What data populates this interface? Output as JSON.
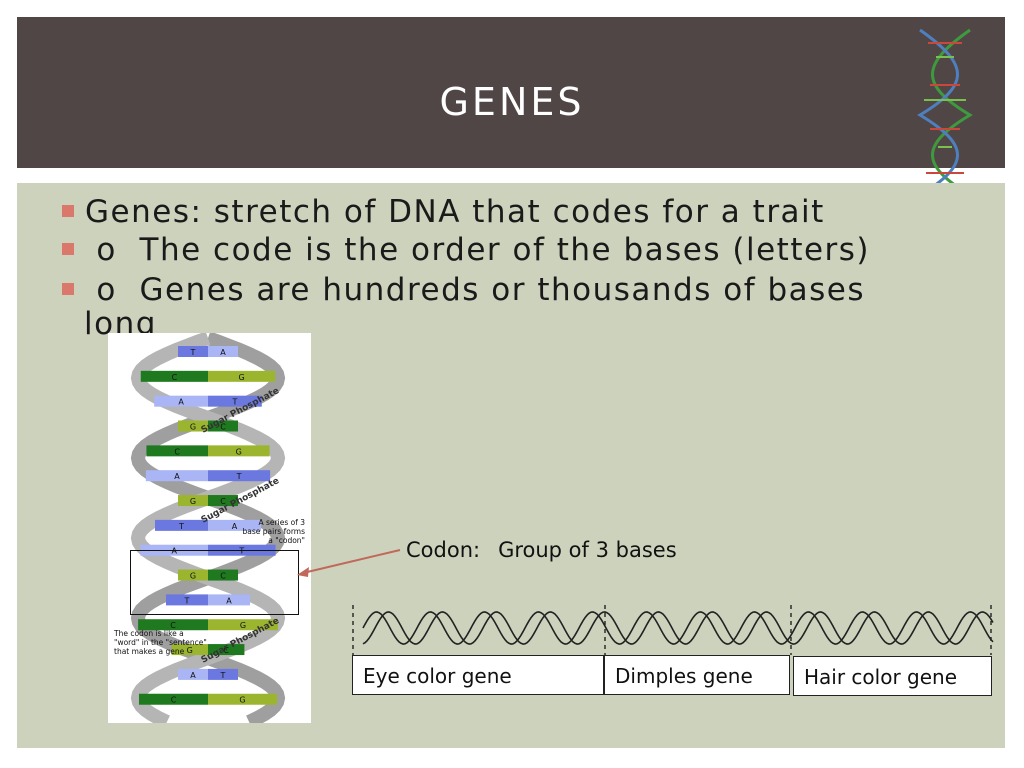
{
  "slide": {
    "title": "GENES",
    "bullets": [
      "Genes: stretch of DNA that codes for a trait",
      " o  The code is the order of the bases (letters)",
      " o  Genes are hundreds or thousands of bases",
      "long"
    ]
  },
  "dna_diagram": {
    "rungs": [
      [
        "T",
        "A"
      ],
      [
        "C",
        "G"
      ],
      [
        "A",
        "T"
      ],
      [
        "G",
        "C"
      ],
      [
        "C",
        "G"
      ],
      [
        "A",
        "T"
      ],
      [
        "G",
        "C"
      ],
      [
        "T",
        "A"
      ],
      [
        "A",
        "T"
      ],
      [
        "G",
        "C"
      ],
      [
        "T",
        "A"
      ],
      [
        "C",
        "G"
      ],
      [
        "G",
        "C"
      ],
      [
        "A",
        "T"
      ],
      [
        "C",
        "G"
      ]
    ],
    "strand_labels": [
      "Sugar Phosphate",
      "Sugar Phosphate",
      "Sugar Phosphate"
    ],
    "annotation_codon": [
      "A series of 3",
      "base pairs forms",
      "a \"codon\""
    ],
    "annotation_word": [
      "The codon is like a",
      "\"word\" in the \"sentence\"",
      "that makes a gene"
    ]
  },
  "codon": {
    "term": "Codon:",
    "definition": "Group of 3 bases"
  },
  "genes": [
    "Eye color gene",
    "Dimples gene",
    "Hair color gene"
  ],
  "colors": {
    "header_bg": "#514646",
    "panel_bg": "#cdd2bd",
    "bullet": "#d9786b",
    "arrow": "#c0685a"
  }
}
